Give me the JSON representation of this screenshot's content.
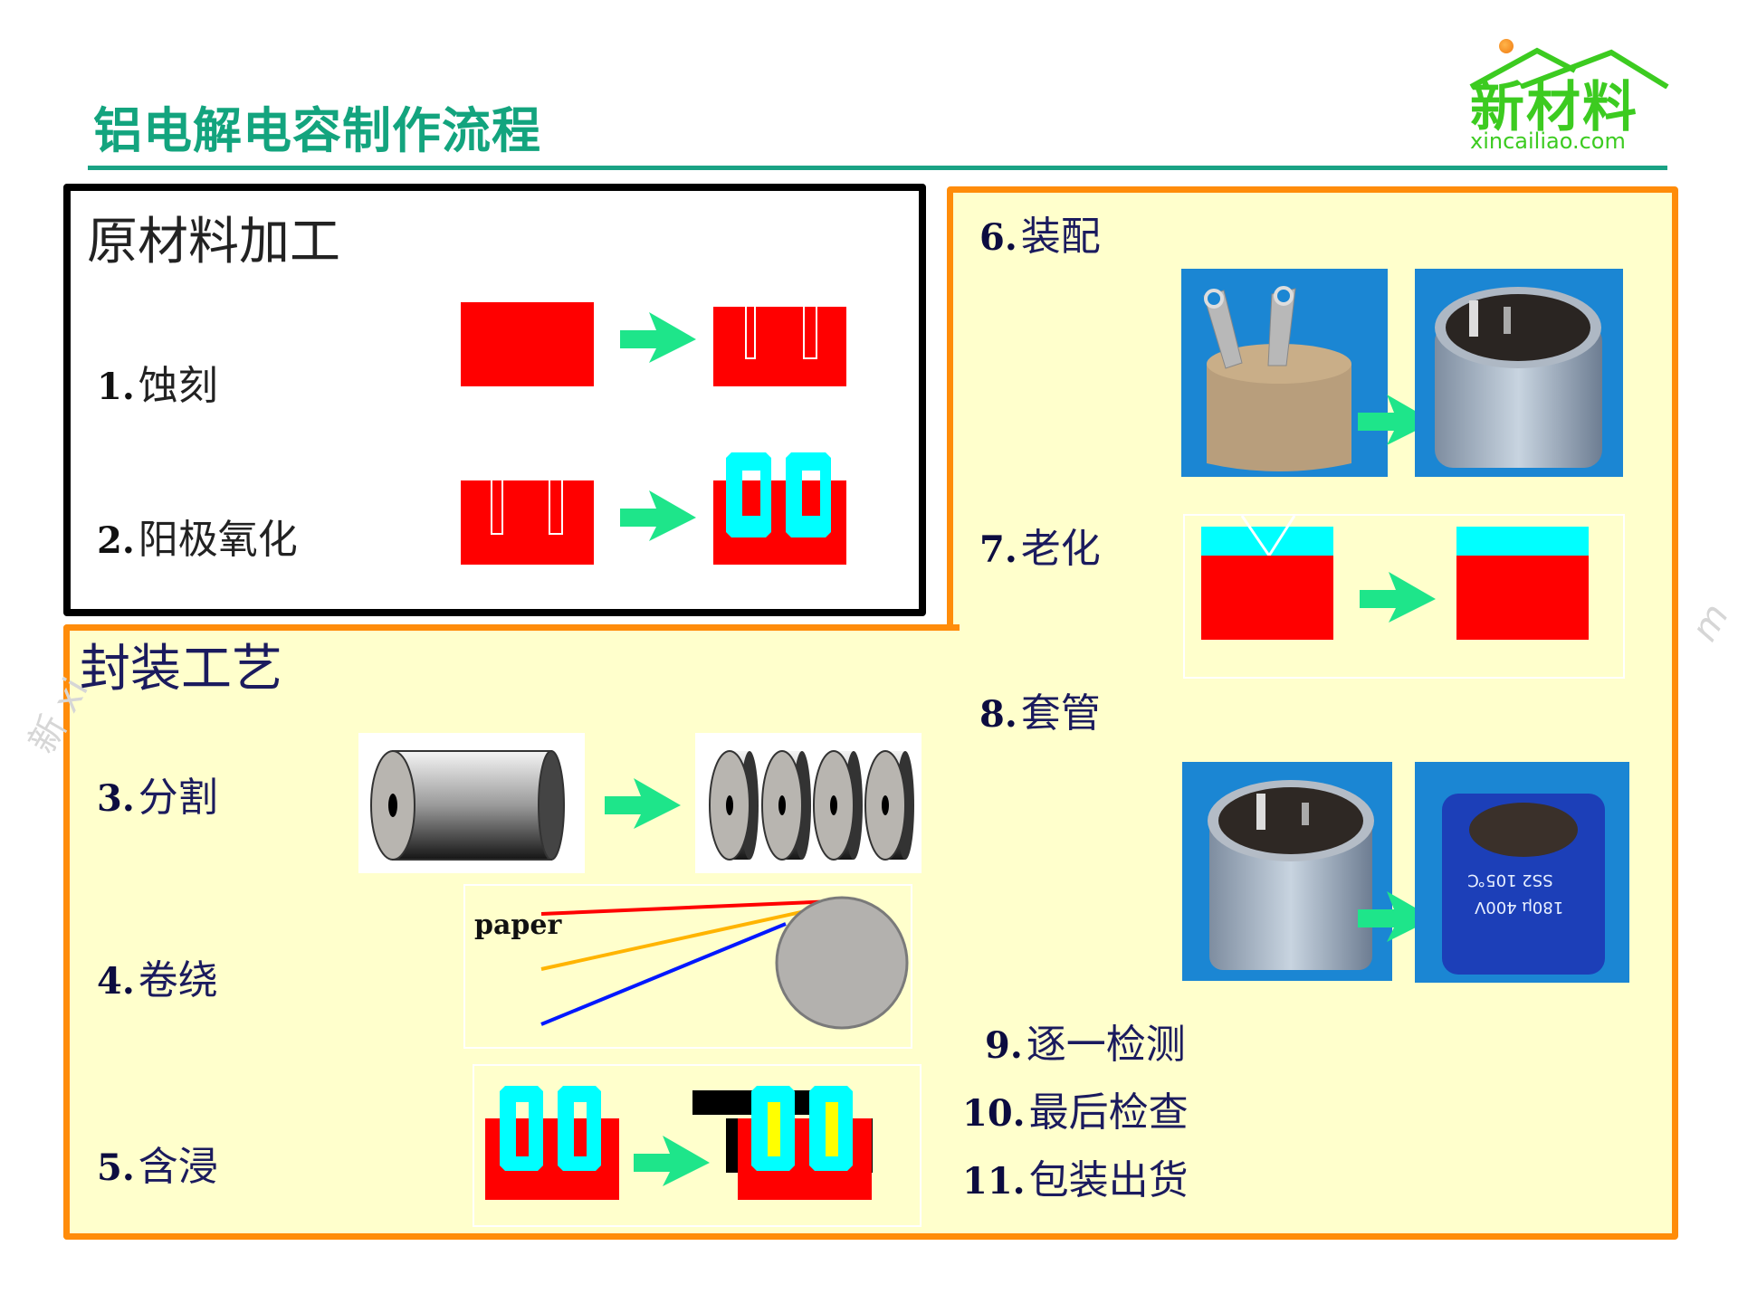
{
  "header": {
    "title": "铝电解电容制作流程",
    "logo_text": "新材料",
    "logo_url": "xincailiao.com"
  },
  "colors": {
    "title_green": "#13a47e",
    "logo_green": "#3ccb20",
    "panel_orange": "#ff8c0a",
    "panel_fill": "#ffffcc",
    "foil_red": "#ff0000",
    "oxide_cyan": "#00ffff",
    "arrow_green": "#1ee58a",
    "electrolyte_yellow": "#ffff00"
  },
  "raw_material": {
    "section_title": "原材料加工",
    "steps": [
      {
        "num": "1.",
        "label": "蚀刻",
        "diagram": "etching-foil-before-after"
      },
      {
        "num": "2.",
        "label": "阳极氧化",
        "diagram": "anodizing-oxide-layer"
      }
    ]
  },
  "packaging": {
    "section_title": "封装工艺",
    "steps": [
      {
        "num": "3.",
        "label": "分割",
        "diagram": "roll-slitting"
      },
      {
        "num": "4.",
        "label": "卷绕",
        "diagram": "winding",
        "diagram_label": "paper"
      },
      {
        "num": "5.",
        "label": "含浸",
        "diagram": "impregnation"
      },
      {
        "num": "6.",
        "label": "装配",
        "diagram": "assembly-photos"
      },
      {
        "num": "7.",
        "label": "老化",
        "diagram": "aging-oxide-repair"
      },
      {
        "num": "8.",
        "label": "套管",
        "diagram": "sleeving-photos"
      },
      {
        "num": "9.",
        "label": "逐一检测"
      },
      {
        "num": "10.",
        "label": "最后检查"
      },
      {
        "num": "11.",
        "label": "包装出货"
      }
    ]
  },
  "photo_text": {
    "sleeve_print_1": "SS2 105℃",
    "sleeve_print_2": "180μ 400V"
  },
  "watermark": {
    "left": "新 xi",
    "right": "m"
  }
}
